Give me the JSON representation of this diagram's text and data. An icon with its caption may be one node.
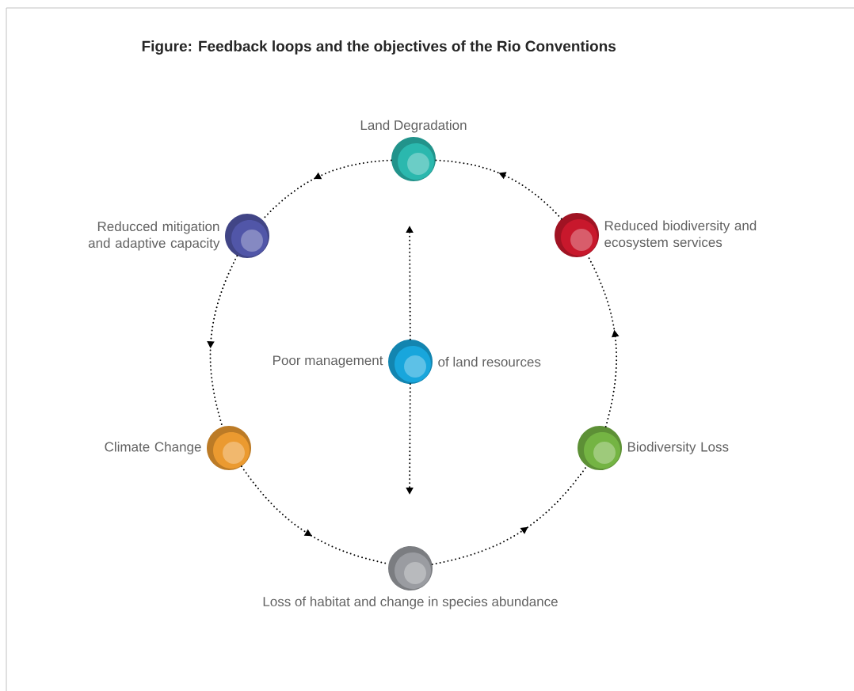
{
  "diagram": {
    "title": "Figure:  Feedback loops and the objectives of the Rio Conventions",
    "nodes": [
      {
        "text": [
          "Land  Degradation"
        ]
      },
      {
        "text": [
          "Reduced biodiversity and ecosystem services"
        ]
      },
      {
        "text": [
          "Biodiversity Loss"
        ]
      },
      {
        "text": [
          "Loss of habitat and  change in species abundance"
        ]
      },
      {
        "text": [
          "Climate Change"
        ]
      },
      {
        "text": [
          "Reducced mitigation and adaptive capacity"
        ]
      },
      {
        "text": [
          "Poor management",
          "of land resources"
        ]
      }
    ],
    "edges": [
      {
        "from": 1,
        "to": 0,
        "arrow": "to"
      },
      {
        "from": 0,
        "to": 5,
        "arrow": "to"
      },
      {
        "from": 5,
        "to": 4,
        "arrow": "to"
      },
      {
        "from": 4,
        "to": 3,
        "arrow": "to"
      },
      {
        "from": 3,
        "to": 2,
        "arrow": "to"
      },
      {
        "from": 2,
        "to": 1,
        "arrow": "to"
      },
      {
        "from": 6,
        "to": null,
        "arrow": "to"
      },
      {
        "from": 6,
        "to": null,
        "arrow": "to"
      }
    ]
  }
}
